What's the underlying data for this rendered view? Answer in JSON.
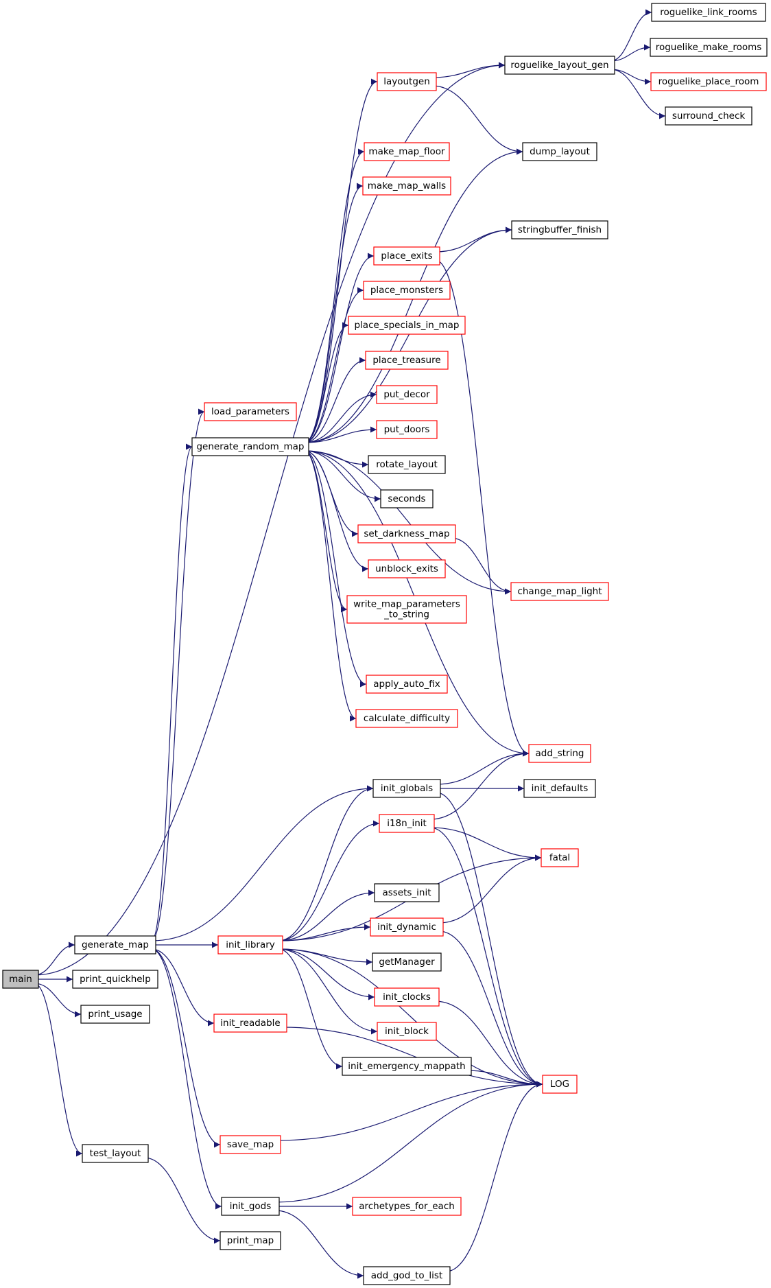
{
  "colors": {
    "edge": "#191970",
    "border_documented": "#000000",
    "border_undocumented": "#ff0000",
    "fill_root": "#bfbfbf",
    "fill_default": "#ffffff"
  },
  "nodes": [
    {
      "id": "main",
      "lines": [
        "main"
      ],
      "style": "root"
    },
    {
      "id": "generate_map",
      "lines": [
        "generate_map"
      ],
      "style": "black"
    },
    {
      "id": "print_quickhelp",
      "lines": [
        "print_quickhelp"
      ],
      "style": "black"
    },
    {
      "id": "print_usage",
      "lines": [
        "print_usage"
      ],
      "style": "black"
    },
    {
      "id": "test_layout",
      "lines": [
        "test_layout"
      ],
      "style": "black"
    },
    {
      "id": "roguelike_layout_gen",
      "lines": [
        "roguelike_layout_gen"
      ],
      "style": "black"
    },
    {
      "id": "roguelike_link_rooms",
      "lines": [
        "roguelike_link_rooms"
      ],
      "style": "black"
    },
    {
      "id": "roguelike_make_rooms",
      "lines": [
        "roguelike_make_rooms"
      ],
      "style": "black"
    },
    {
      "id": "roguelike_place_room",
      "lines": [
        "roguelike_place_room"
      ],
      "style": "red"
    },
    {
      "id": "surround_check",
      "lines": [
        "surround_check"
      ],
      "style": "black"
    },
    {
      "id": "layoutgen",
      "lines": [
        "layoutgen"
      ],
      "style": "red"
    },
    {
      "id": "dump_layout",
      "lines": [
        "dump_layout"
      ],
      "style": "black"
    },
    {
      "id": "make_map_floor",
      "lines": [
        "make_map_floor"
      ],
      "style": "red"
    },
    {
      "id": "make_map_walls",
      "lines": [
        "make_map_walls"
      ],
      "style": "red"
    },
    {
      "id": "stringbuffer_finish",
      "lines": [
        "stringbuffer_finish"
      ],
      "style": "black"
    },
    {
      "id": "place_exits",
      "lines": [
        "place_exits"
      ],
      "style": "red"
    },
    {
      "id": "place_monsters",
      "lines": [
        "place_monsters"
      ],
      "style": "red"
    },
    {
      "id": "place_specials_in_map",
      "lines": [
        "place_specials_in_map"
      ],
      "style": "red"
    },
    {
      "id": "place_treasure",
      "lines": [
        "place_treasure"
      ],
      "style": "red"
    },
    {
      "id": "put_decor",
      "lines": [
        "put_decor"
      ],
      "style": "red"
    },
    {
      "id": "load_parameters",
      "lines": [
        "load_parameters"
      ],
      "style": "red"
    },
    {
      "id": "put_doors",
      "lines": [
        "put_doors"
      ],
      "style": "red"
    },
    {
      "id": "generate_random_map",
      "lines": [
        "generate_random_map"
      ],
      "style": "black"
    },
    {
      "id": "rotate_layout",
      "lines": [
        "rotate_layout"
      ],
      "style": "black"
    },
    {
      "id": "seconds",
      "lines": [
        "seconds"
      ],
      "style": "black"
    },
    {
      "id": "set_darkness_map",
      "lines": [
        "set_darkness_map"
      ],
      "style": "red"
    },
    {
      "id": "unblock_exits",
      "lines": [
        "unblock_exits"
      ],
      "style": "red"
    },
    {
      "id": "change_map_light",
      "lines": [
        "change_map_light"
      ],
      "style": "red"
    },
    {
      "id": "write_map_parameters_to_string",
      "lines": [
        "write_map_parameters",
        "_to_string"
      ],
      "style": "red"
    },
    {
      "id": "apply_auto_fix",
      "lines": [
        "apply_auto_fix"
      ],
      "style": "red"
    },
    {
      "id": "calculate_difficulty",
      "lines": [
        "calculate_difficulty"
      ],
      "style": "red"
    },
    {
      "id": "add_string",
      "lines": [
        "add_string"
      ],
      "style": "red"
    },
    {
      "id": "init_globals",
      "lines": [
        "init_globals"
      ],
      "style": "black"
    },
    {
      "id": "init_defaults",
      "lines": [
        "init_defaults"
      ],
      "style": "black"
    },
    {
      "id": "i18n_init",
      "lines": [
        "i18n_init"
      ],
      "style": "red"
    },
    {
      "id": "fatal",
      "lines": [
        "fatal"
      ],
      "style": "red"
    },
    {
      "id": "assets_init",
      "lines": [
        "assets_init"
      ],
      "style": "black"
    },
    {
      "id": "init_dynamic",
      "lines": [
        "init_dynamic"
      ],
      "style": "red"
    },
    {
      "id": "init_library",
      "lines": [
        "init_library"
      ],
      "style": "red"
    },
    {
      "id": "getManager",
      "lines": [
        "getManager"
      ],
      "style": "black"
    },
    {
      "id": "init_clocks",
      "lines": [
        "init_clocks"
      ],
      "style": "red"
    },
    {
      "id": "init_readable",
      "lines": [
        "init_readable"
      ],
      "style": "red"
    },
    {
      "id": "init_block",
      "lines": [
        "init_block"
      ],
      "style": "red"
    },
    {
      "id": "init_emergency_mappath",
      "lines": [
        "init_emergency_mappath"
      ],
      "style": "black"
    },
    {
      "id": "LOG",
      "lines": [
        "LOG"
      ],
      "style": "red"
    },
    {
      "id": "save_map",
      "lines": [
        "save_map"
      ],
      "style": "red"
    },
    {
      "id": "init_gods",
      "lines": [
        "init_gods"
      ],
      "style": "black"
    },
    {
      "id": "archetypes_for_each",
      "lines": [
        "archetypes_for_each"
      ],
      "style": "red"
    },
    {
      "id": "print_map",
      "lines": [
        "print_map"
      ],
      "style": "black"
    },
    {
      "id": "add_god_to_list",
      "lines": [
        "add_god_to_list"
      ],
      "style": "black"
    }
  ],
  "edges": [
    [
      "main",
      "generate_map"
    ],
    [
      "main",
      "print_quickhelp"
    ],
    [
      "main",
      "print_usage"
    ],
    [
      "main",
      "test_layout"
    ],
    [
      "main",
      "roguelike_layout_gen"
    ],
    [
      "generate_map",
      "load_parameters"
    ],
    [
      "generate_map",
      "generate_random_map"
    ],
    [
      "generate_map",
      "init_globals"
    ],
    [
      "generate_map",
      "init_library"
    ],
    [
      "generate_map",
      "init_readable"
    ],
    [
      "generate_map",
      "save_map"
    ],
    [
      "generate_map",
      "init_gods"
    ],
    [
      "roguelike_layout_gen",
      "roguelike_link_rooms"
    ],
    [
      "roguelike_layout_gen",
      "roguelike_make_rooms"
    ],
    [
      "roguelike_layout_gen",
      "roguelike_place_room"
    ],
    [
      "roguelike_layout_gen",
      "surround_check"
    ],
    [
      "layoutgen",
      "roguelike_layout_gen"
    ],
    [
      "layoutgen",
      "dump_layout"
    ],
    [
      "generate_random_map",
      "layoutgen"
    ],
    [
      "generate_random_map",
      "make_map_floor"
    ],
    [
      "generate_random_map",
      "make_map_walls"
    ],
    [
      "generate_random_map",
      "dump_layout"
    ],
    [
      "generate_random_map",
      "stringbuffer_finish"
    ],
    [
      "generate_random_map",
      "place_exits"
    ],
    [
      "generate_random_map",
      "place_monsters"
    ],
    [
      "generate_random_map",
      "place_specials_in_map"
    ],
    [
      "generate_random_map",
      "place_treasure"
    ],
    [
      "generate_random_map",
      "put_decor"
    ],
    [
      "generate_random_map",
      "put_doors"
    ],
    [
      "generate_random_map",
      "rotate_layout"
    ],
    [
      "generate_random_map",
      "seconds"
    ],
    [
      "generate_random_map",
      "set_darkness_map"
    ],
    [
      "generate_random_map",
      "unblock_exits"
    ],
    [
      "generate_random_map",
      "write_map_parameters_to_string"
    ],
    [
      "generate_random_map",
      "change_map_light"
    ],
    [
      "generate_random_map",
      "apply_auto_fix"
    ],
    [
      "generate_random_map",
      "calculate_difficulty"
    ],
    [
      "generate_random_map",
      "add_string"
    ],
    [
      "place_exits",
      "stringbuffer_finish"
    ],
    [
      "place_exits",
      "add_string"
    ],
    [
      "set_darkness_map",
      "change_map_light"
    ],
    [
      "init_globals",
      "add_string"
    ],
    [
      "init_globals",
      "init_defaults"
    ],
    [
      "init_globals",
      "LOG"
    ],
    [
      "i18n_init",
      "add_string"
    ],
    [
      "i18n_init",
      "fatal"
    ],
    [
      "i18n_init",
      "LOG"
    ],
    [
      "init_library",
      "init_globals"
    ],
    [
      "init_library",
      "i18n_init"
    ],
    [
      "init_library",
      "fatal"
    ],
    [
      "init_library",
      "assets_init"
    ],
    [
      "init_library",
      "init_dynamic"
    ],
    [
      "init_library",
      "getManager"
    ],
    [
      "init_library",
      "init_clocks"
    ],
    [
      "init_library",
      "init_block"
    ],
    [
      "init_library",
      "init_emergency_mappath"
    ],
    [
      "init_library",
      "LOG"
    ],
    [
      "init_dynamic",
      "fatal"
    ],
    [
      "init_dynamic",
      "LOG"
    ],
    [
      "init_clocks",
      "LOG"
    ],
    [
      "init_emergency_mappath",
      "LOG"
    ],
    [
      "init_readable",
      "LOG"
    ],
    [
      "save_map",
      "LOG"
    ],
    [
      "init_gods",
      "archetypes_for_each"
    ],
    [
      "init_gods",
      "LOG"
    ],
    [
      "init_gods",
      "add_god_to_list"
    ],
    [
      "add_god_to_list",
      "LOG"
    ],
    [
      "test_layout",
      "print_map"
    ]
  ]
}
